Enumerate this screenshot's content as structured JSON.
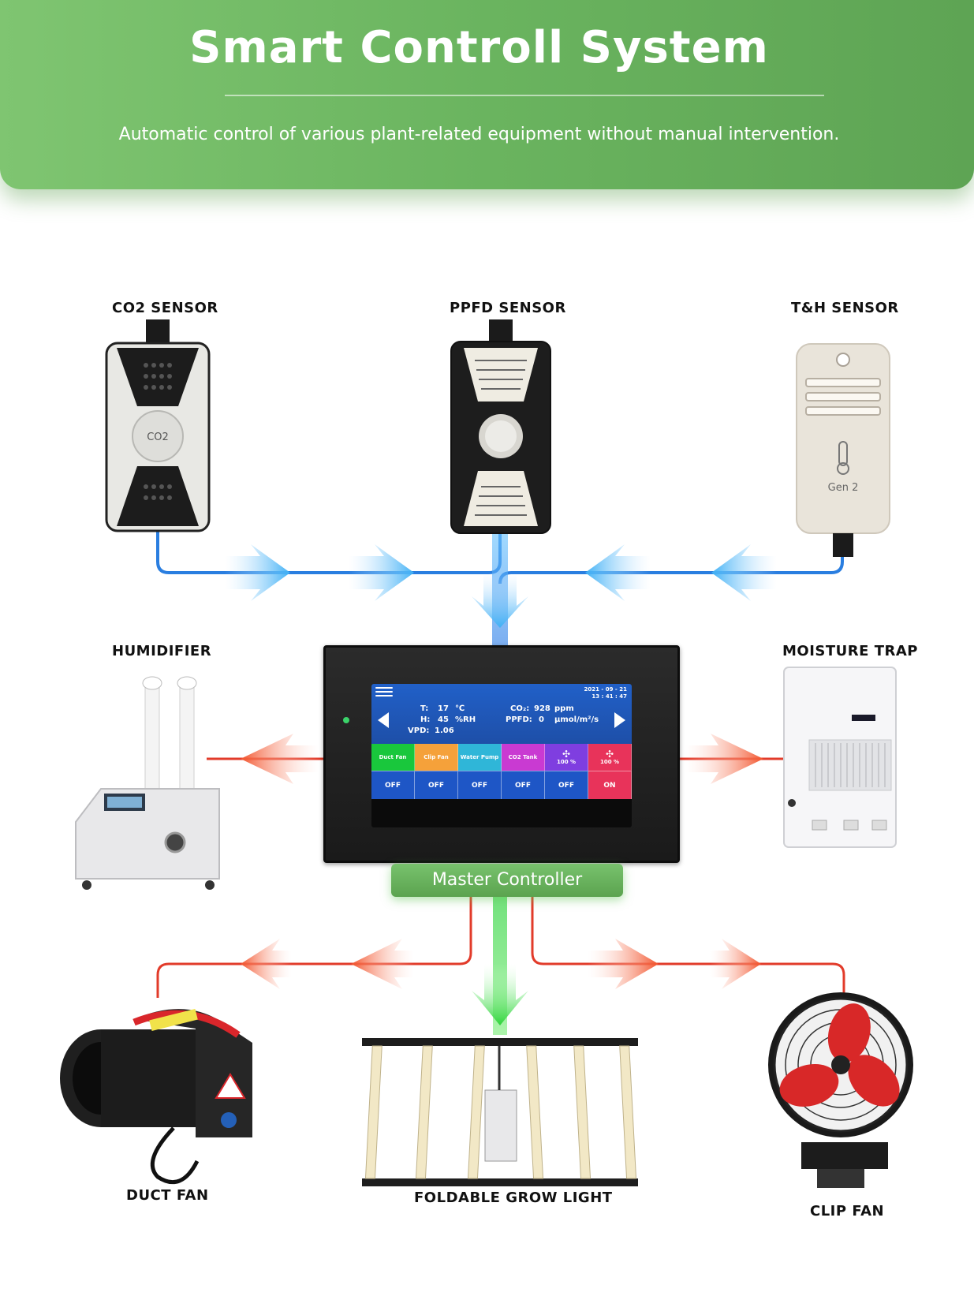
{
  "header": {
    "title": "Smart Controll System",
    "subtitle": "Automatic control of various plant-related equipment without manual intervention."
  },
  "sensors": {
    "co2": {
      "label": "CO2 SENSOR",
      "badge": "CO2"
    },
    "ppfd": {
      "label": "PPFD SENSOR"
    },
    "th": {
      "label": "T&H SENSOR",
      "badge": "Gen 2"
    }
  },
  "devices": {
    "humidifier": "HUMIDIFIER",
    "moisture_trap": "MOISTURE TRAP",
    "duct_fan": "DUCT FAN",
    "grow_light": "FOLDABLE GROW LIGHT",
    "clip_fan": "CLIP FAN"
  },
  "controller": {
    "label": "Master Controller",
    "screen": {
      "date": "2021 - 09 - 21",
      "time": "13 : 41 : 47",
      "t_label": "T:",
      "t_value": "17",
      "t_unit": "℃",
      "h_label": "H:",
      "h_value": "45",
      "h_unit": "%RH",
      "vpd_label": "VPD:",
      "vpd_value": "1.06",
      "co2_label": "CO₂:",
      "co2_value": "928",
      "co2_unit": "ppm",
      "ppfd_label": "PPFD:",
      "ppfd_value": "0",
      "ppfd_unit": "μmol/m²/s",
      "channels": [
        {
          "name": "Duct Fan",
          "state": "OFF",
          "color": "#19c73c"
        },
        {
          "name": "Clip Fan",
          "state": "OFF",
          "color": "#f5a13a"
        },
        {
          "name": "Water Pump",
          "state": "OFF",
          "color": "#2fb6d8"
        },
        {
          "name": "CO2 Tank",
          "state": "OFF",
          "color": "#c93ad2"
        },
        {
          "name": "100 %",
          "state": "OFF",
          "color": "#7f3ee0"
        },
        {
          "name": "100 %",
          "state": "ON",
          "color": "#e8335a"
        }
      ]
    }
  },
  "colors": {
    "sensor_line": "#2a7ee0",
    "output_line": "#e23b2a",
    "light_line": "#22c43a",
    "banner": "#6ab45f"
  }
}
